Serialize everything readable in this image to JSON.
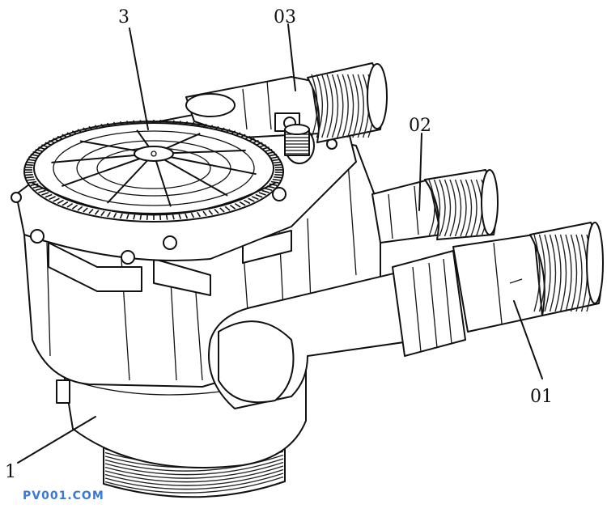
{
  "labels": {
    "part_1": "1",
    "part_3": "3",
    "port_01": "01",
    "port_02": "02",
    "port_03": "03"
  },
  "watermark": "PV001.COM",
  "colors": {
    "line": "#111111",
    "background": "#ffffff",
    "watermark": "#3a78d8"
  }
}
